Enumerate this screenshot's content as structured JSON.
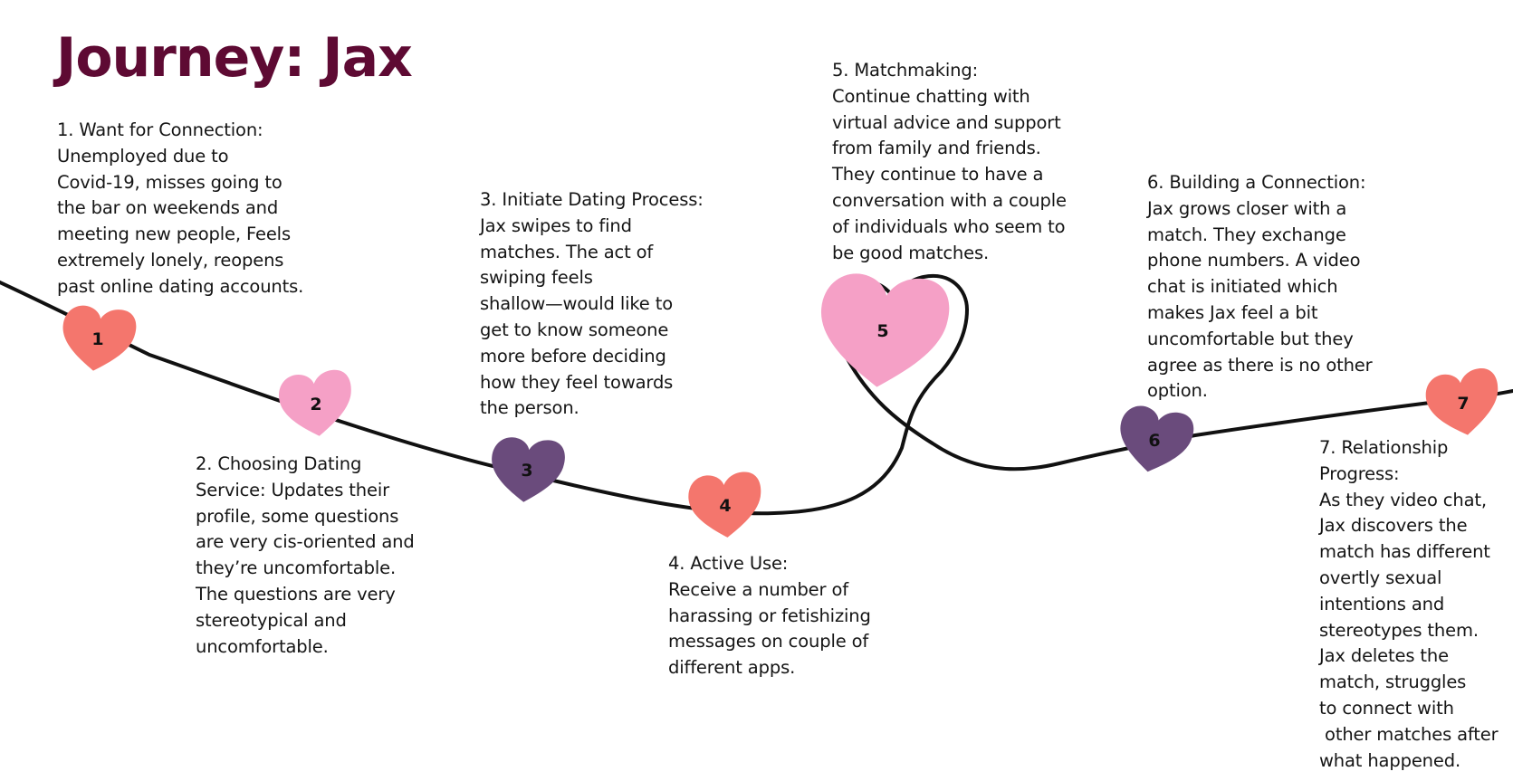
{
  "title": "Journey: Jax",
  "colors": {
    "title": "#5e0a33",
    "heart_coral": "#f4766d",
    "heart_pink": "#f5a0c6",
    "heart_purple": "#6a4b7c",
    "path": "#111111"
  },
  "steps": [
    {
      "number": "1",
      "color": "heart_coral",
      "lines": [
        "1. Want for Connection:",
        "Unemployed due to",
        "Covid-19, misses going to",
        "the bar on weekends and",
        "meeting new people, Feels",
        "extremely lonely, reopens",
        "past online dating accounts."
      ]
    },
    {
      "number": "2",
      "color": "heart_pink",
      "lines": [
        "2. Choosing Dating",
        "Service: Updates their",
        "profile, some questions",
        "are very cis-oriented and",
        "they’re uncomfortable.",
        "The questions are very",
        "stereotypical and",
        "uncomfortable."
      ]
    },
    {
      "number": "3",
      "color": "heart_purple",
      "lines": [
        "3. Initiate Dating Process:",
        "Jax swipes to find",
        "matches. The act of",
        "swiping feels",
        "shallow—would like to",
        "get to know someone",
        "more before deciding",
        "how they feel towards",
        "the person."
      ]
    },
    {
      "number": "4",
      "color": "heart_coral",
      "lines": [
        "4. Active Use:",
        "Receive a number of",
        "harassing or fetishizing",
        "messages on couple of",
        "different apps."
      ]
    },
    {
      "number": "5",
      "color": "heart_pink",
      "lines": [
        "5. Matchmaking:",
        "Continue chatting with",
        "virtual advice and support",
        "from family and friends.",
        "They continue to have a",
        "conversation with a couple",
        "of individuals who seem to",
        "be good matches."
      ]
    },
    {
      "number": "6",
      "color": "heart_purple",
      "lines": [
        "6. Building a Connection:",
        "Jax grows closer with a",
        "match. They exchange",
        "phone numbers. A video",
        "chat is initiated which",
        "makes Jax feel a bit",
        "uncomfortable but they",
        "agree as there is no other",
        "option."
      ]
    },
    {
      "number": "7",
      "color": "heart_coral",
      "lines": [
        "7. Relationship",
        "Progress:",
        "As they video chat,",
        "Jax discovers the",
        "match has different",
        "overtly sexual",
        "intentions and",
        "stereotypes them.",
        "Jax deletes the",
        "match, struggles",
        "to connect with",
        " other matches after",
        "what happened."
      ]
    }
  ]
}
